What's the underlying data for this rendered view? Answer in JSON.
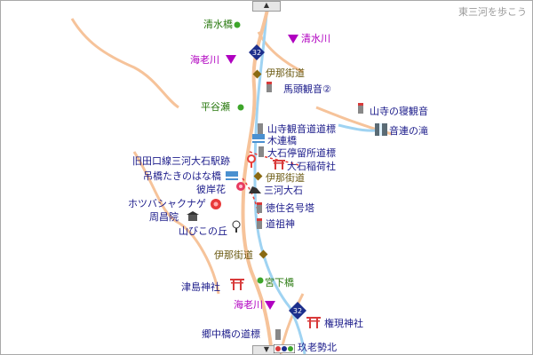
{
  "header": {
    "site_title": "東三河を歩こう"
  },
  "controls": {
    "north_arrow": "▲",
    "south_arrow": "▼"
  },
  "route_badges": [
    {
      "number": "32"
    },
    {
      "number": "32"
    }
  ],
  "labels": {
    "shimizu_bashi": "清水橋",
    "shimizu_gawa": "清水川",
    "ebi_gawa": "海老川",
    "ina_kaido_1": "伊那街道",
    "bato_kannon": "馬頭観音②",
    "hiraya_se": "平谷瀬",
    "yamadera_kannon_sign": "山寺観音道道標",
    "yamadera_nekannon": "山寺の寝観音",
    "otoren_no_taki": "音連の滝",
    "kirenbashi": "木連橋",
    "oishi_stop_sign": "大石停留所道標",
    "old_station": "旧田口線三河大石駅跡",
    "oishi_inari": "大石稲荷社",
    "tsuribashi": "吊橋たきのはな橋",
    "ina_kaido_2": "伊那街道",
    "higanbana": "彼岸花",
    "mikawa_oishi": "三河大石",
    "hotsubashakunage": "ホツバシャクナゲ",
    "tokuju_myogo": "徳住名号塔",
    "shushoin": "周昌院",
    "yamabiko": "山びこの丘",
    "dosojin": "道祖神",
    "ina_kaido_3": "伊那街道",
    "tsushima_jinja": "津島神社",
    "miyashita_bashi": "宮下橋",
    "ebi_gawa_2": "海老川",
    "gongen_jinja": "権現神社",
    "gochu_sign": "郷中橋の道標",
    "buro_sehoku": "玖老勢北"
  },
  "colors": {
    "road": "#f6c39a",
    "river": "#9fd3f2",
    "trail": "#e8403a",
    "green_dot": "#3da52a",
    "olive_marker": "#8a6a12",
    "shrine": "#d83a3a",
    "magenta_marker": "#b000c0",
    "badge": "#1c2e8c"
  }
}
